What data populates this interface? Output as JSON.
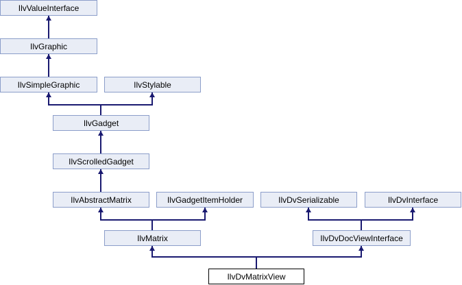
{
  "diagram": {
    "kind": "class-inheritance-diagram",
    "colors": {
      "background": "#ffffff",
      "node_fill": "#e9edf6",
      "node_border": "#8b9dc9",
      "current_node_fill": "#ffffff",
      "current_node_border": "#000000",
      "edge": "#191970",
      "text": "#000000"
    },
    "nodes": [
      {
        "label": "IlvValueInterface",
        "current": false
      },
      {
        "label": "IlvGraphic",
        "current": false
      },
      {
        "label": "IlvSimpleGraphic",
        "current": false
      },
      {
        "label": "IlvStylable",
        "current": false
      },
      {
        "label": "IlvGadget",
        "current": false
      },
      {
        "label": "IlvScrolledGadget",
        "current": false
      },
      {
        "label": "IlvAbstractMatrix",
        "current": false
      },
      {
        "label": "IlvGadgetItemHolder",
        "current": false
      },
      {
        "label": "IlvDvSerializable",
        "current": false
      },
      {
        "label": "IlvDvInterface",
        "current": false
      },
      {
        "label": "IlvMatrix",
        "current": false
      },
      {
        "label": "IlvDvDocViewInterface",
        "current": false
      },
      {
        "label": "IlvDvMatrixView",
        "current": true
      }
    ],
    "edges": [
      {
        "derived": "IlvGraphic",
        "base": "IlvValueInterface"
      },
      {
        "derived": "IlvSimpleGraphic",
        "base": "IlvGraphic"
      },
      {
        "derived": "IlvGadget",
        "base": "IlvSimpleGraphic"
      },
      {
        "derived": "IlvGadget",
        "base": "IlvStylable"
      },
      {
        "derived": "IlvScrolledGadget",
        "base": "IlvGadget"
      },
      {
        "derived": "IlvAbstractMatrix",
        "base": "IlvScrolledGadget"
      },
      {
        "derived": "IlvMatrix",
        "base": "IlvAbstractMatrix"
      },
      {
        "derived": "IlvMatrix",
        "base": "IlvGadgetItemHolder"
      },
      {
        "derived": "IlvDvDocViewInterface",
        "base": "IlvDvSerializable"
      },
      {
        "derived": "IlvDvDocViewInterface",
        "base": "IlvDvInterface"
      },
      {
        "derived": "IlvDvMatrixView",
        "base": "IlvMatrix"
      },
      {
        "derived": "IlvDvMatrixView",
        "base": "IlvDvDocViewInterface"
      }
    ]
  }
}
